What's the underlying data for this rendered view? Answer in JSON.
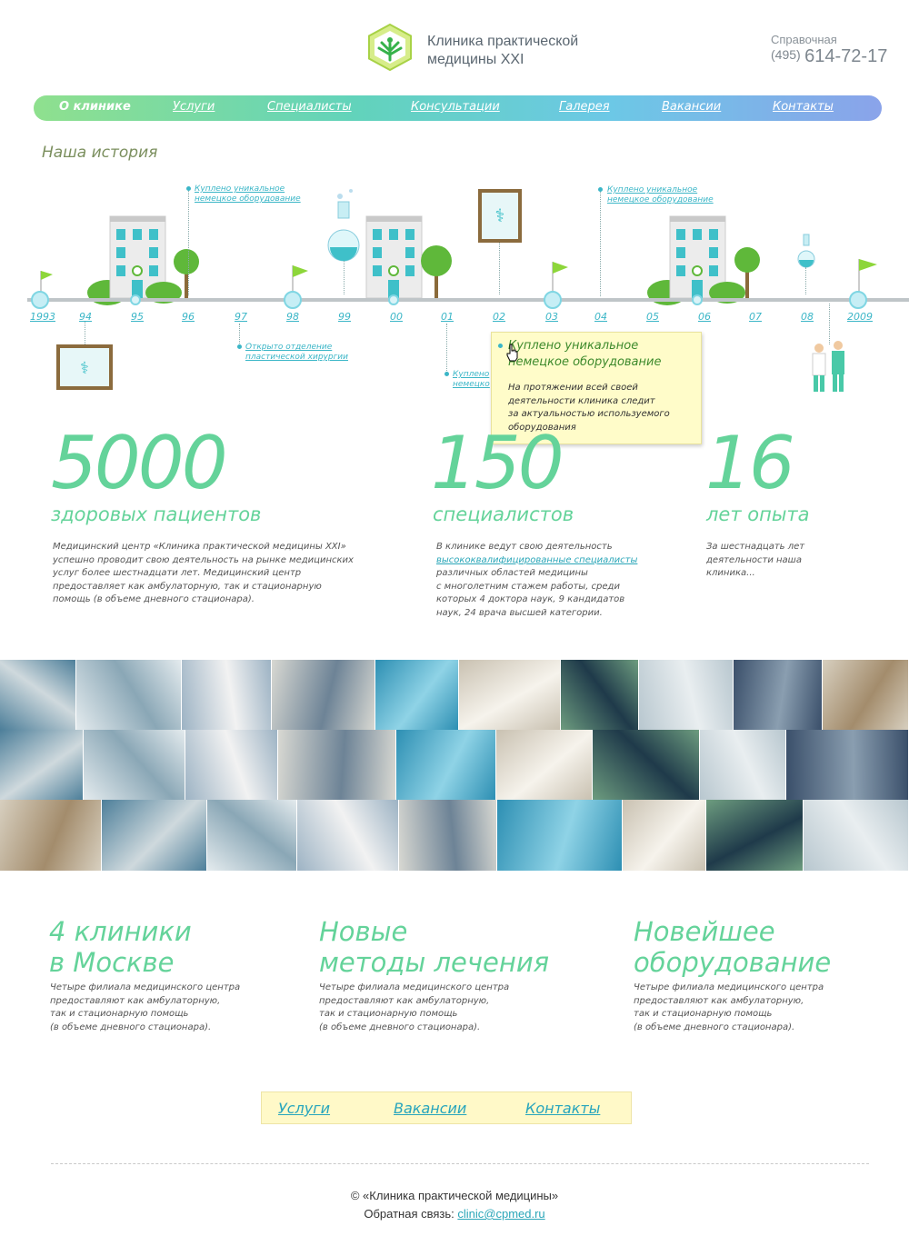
{
  "header": {
    "brand_line1": "Клиника практической",
    "brand_line2": "медицины XXI",
    "phone_label": "Справочная",
    "phone_code": "(495)",
    "phone_number": "614-72-17"
  },
  "nav": [
    {
      "label": "О клинике",
      "active": true
    },
    {
      "label": "Услуги",
      "active": false
    },
    {
      "label": "Специалисты",
      "active": false
    },
    {
      "label": "Консультации",
      "active": false
    },
    {
      "label": "Галерея",
      "active": false
    },
    {
      "label": "Вакансии",
      "active": false
    },
    {
      "label": "Контакты",
      "active": false
    }
  ],
  "history": {
    "title": "Наша история",
    "years": [
      "1993",
      "94",
      "95",
      "96",
      "97",
      "98",
      "99",
      "00",
      "01",
      "02",
      "03",
      "04",
      "05",
      "06",
      "07",
      "08",
      "2009"
    ],
    "events": {
      "e96": [
        "Куплено уникальное",
        "немецкое оборудование"
      ],
      "e04": [
        "Куплено уникальное",
        "немецкое оборудование"
      ],
      "e97": [
        "Открыто отделение",
        "пластической хирургии"
      ],
      "e01": [
        "Куплено",
        "немецко"
      ]
    },
    "popup": {
      "heading_line1": "Куплено уникальное",
      "heading_line2": "немецкое оборудование",
      "text_line1": "На протяжении всей своей",
      "text_line2": "деятельности клиника следит",
      "text_line3": "за актуальностью используемого",
      "text_line4": "оборудования"
    }
  },
  "stats": {
    "s1": {
      "number": "5000",
      "label": "здоровых пациентов",
      "lines": [
        "Медицинский центр «Клиника практической медицины XXI»",
        "успешно проводит свою деятельность на рынке медицинских",
        "услуг более шестнадцати лет. Медицинский центр",
        "предоставляет как амбулаторную, так и стационарную",
        "помощь (в объеме дневного стационара)."
      ]
    },
    "s2": {
      "number": "150",
      "label": "специалистов",
      "line1": "В клинике ведут свою деятельность",
      "link": "высококвалифицированные специалисты",
      "lines": [
        "различных областей медицины",
        "с многолетним стажем работы, среди",
        "которых  4 доктора наук, 9 кандидатов",
        "наук, 24 врача высшей категории."
      ]
    },
    "s3": {
      "number": "16",
      "label": "лет опыта",
      "lines": [
        "За шестнадцать лет",
        "деятельности наша",
        "клиника..."
      ]
    }
  },
  "features": [
    {
      "title1": "4 клиники",
      "title2": "в Москве",
      "lines": [
        "Четыре филиала медицинского центра",
        "предоставляют как амбулаторную,",
        "так и стационарную помощь",
        "(в объеме дневного стационара)."
      ]
    },
    {
      "title1": "Новые",
      "title2": "методы лечения",
      "lines": [
        "Четыре филиала медицинского центра",
        "предоставляют как амбулаторную,",
        "так и стационарную помощь",
        "(в объеме дневного стационара)."
      ]
    },
    {
      "title1": "Новейшее",
      "title2": "оборудование",
      "lines": [
        "Четыре филиала медицинского центра",
        "предоставляют как амбулаторную,",
        "так и стационарную помощь",
        "(в объеме дневного стационара)."
      ]
    }
  ],
  "bottom_nav": [
    "Услуги",
    "Вакансии",
    "Контакты"
  ],
  "footer": {
    "copyright": "© «Клиника практической медицины»",
    "feedback_label": "Обратная связь:",
    "email": "clinic@cpmed.ru"
  },
  "colors": {
    "accent": "#64d39a",
    "link": "#3bb6c7",
    "popup_bg": "#fffcc9"
  }
}
